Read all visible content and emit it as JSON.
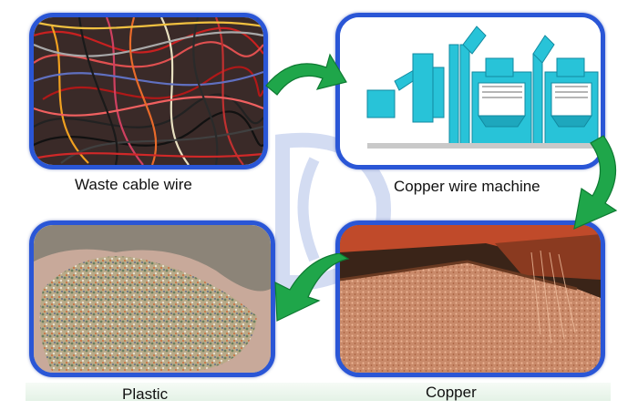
{
  "steps": [
    {
      "id": "waste",
      "caption": "Waste cable wire",
      "image_icon": "tangled-cable-photo"
    },
    {
      "id": "machine",
      "caption": "Copper wire machine",
      "image_icon": "machine-photo"
    },
    {
      "id": "copper",
      "caption": "Copper",
      "image_icon": "copper-granules-photo"
    },
    {
      "id": "plastic",
      "caption": "Plastic",
      "image_icon": "plastic-granules-photo"
    }
  ],
  "colors": {
    "frame_border": "#2a56d6",
    "arrow_green": "#1fa64a",
    "machine_cyan": "#28c3d8"
  }
}
